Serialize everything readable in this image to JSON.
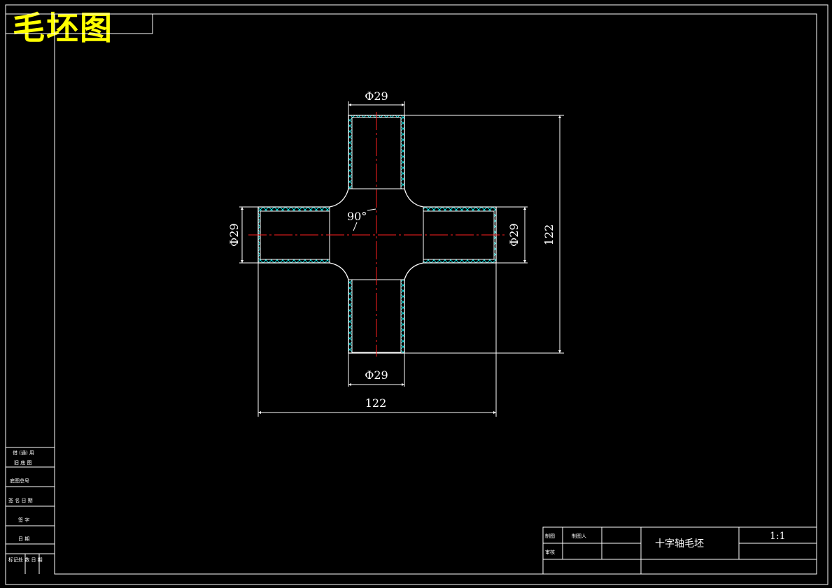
{
  "drawing": {
    "title": "毛坯图",
    "part_name": "十字轴毛坯",
    "scale": "1:1",
    "angle_label": "90°",
    "dim_top": "Φ29",
    "dim_bottom": "Φ29",
    "dim_left": "Φ29",
    "dim_right": "Φ29",
    "dim_overall_width": "122",
    "dim_overall_height": "122"
  },
  "title_block": {
    "row1_label": "制图",
    "row1_value": "制图人",
    "row2_label": "审核"
  },
  "side_table": {
    "rows": [
      "借 (通) 用",
      "旧 底 图",
      "底图总号",
      "签 名 日 期",
      "签    字",
      "日    期",
      "标记处 数 日 期"
    ]
  },
  "colors": {
    "background": "#000000",
    "lines": "#ffffff",
    "centerline": "#ff2020",
    "hatch": "#00ffff",
    "title": "#ffff00"
  }
}
